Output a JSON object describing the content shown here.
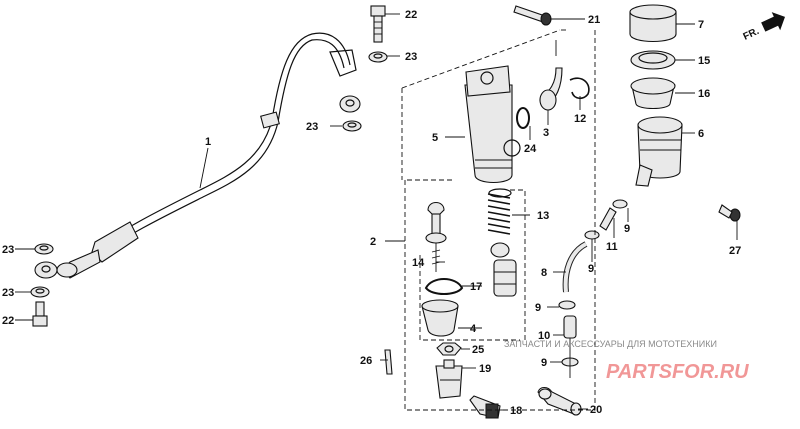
{
  "diagram": {
    "direction_label": "FR.",
    "callouts": [
      {
        "id": "c22a",
        "label": "22"
      },
      {
        "id": "c23a",
        "label": "23"
      },
      {
        "id": "c23b",
        "label": "23"
      },
      {
        "id": "c21",
        "label": "21"
      },
      {
        "id": "c7",
        "label": "7"
      },
      {
        "id": "c15",
        "label": "15"
      },
      {
        "id": "c16",
        "label": "16"
      },
      {
        "id": "c6",
        "label": "6"
      },
      {
        "id": "c3",
        "label": "3"
      },
      {
        "id": "c24",
        "label": "24"
      },
      {
        "id": "c12",
        "label": "12"
      },
      {
        "id": "c5",
        "label": "5"
      },
      {
        "id": "c1",
        "label": "1"
      },
      {
        "id": "c13",
        "label": "13"
      },
      {
        "id": "c2",
        "label": "2"
      },
      {
        "id": "c14",
        "label": "14"
      },
      {
        "id": "c17",
        "label": "17"
      },
      {
        "id": "c4",
        "label": "4"
      },
      {
        "id": "c25",
        "label": "25"
      },
      {
        "id": "c26",
        "label": "26"
      },
      {
        "id": "c19",
        "label": "19"
      },
      {
        "id": "c18",
        "label": "18"
      },
      {
        "id": "c20",
        "label": "20"
      },
      {
        "id": "c8",
        "label": "8"
      },
      {
        "id": "c9a",
        "label": "9"
      },
      {
        "id": "c9b",
        "label": "9"
      },
      {
        "id": "c9c",
        "label": "9"
      },
      {
        "id": "c9d",
        "label": "9"
      },
      {
        "id": "c10",
        "label": "10"
      },
      {
        "id": "c11",
        "label": "11"
      },
      {
        "id": "c27",
        "label": "27"
      },
      {
        "id": "c23c",
        "label": "23"
      },
      {
        "id": "c23d",
        "label": "23"
      },
      {
        "id": "c22b",
        "label": "22"
      }
    ],
    "watermark": {
      "text": "ЗАПЧАСТИ И АКСЕССУАРЫ ДЛЯ МОТОТЕХНИКИ",
      "brand": "PARTSFOR.RU",
      "color": "#e01919"
    }
  }
}
